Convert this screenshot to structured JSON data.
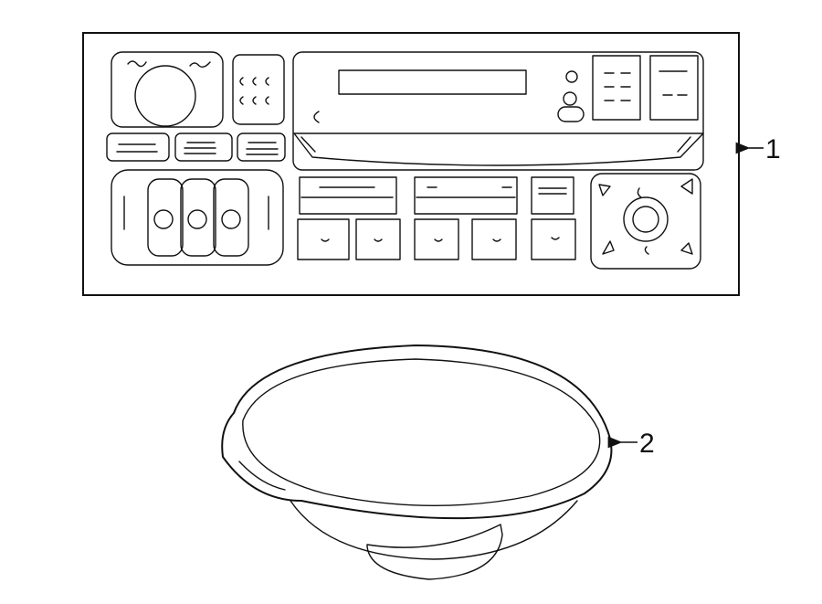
{
  "callouts": [
    {
      "number": "1",
      "part": "radio"
    },
    {
      "number": "2",
      "part": "speaker"
    }
  ]
}
